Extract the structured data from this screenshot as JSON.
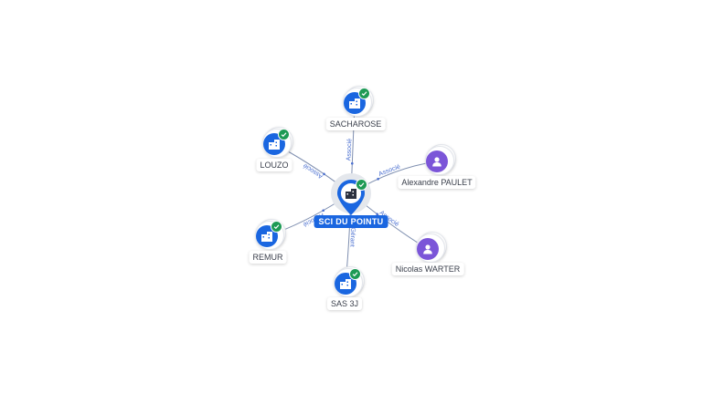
{
  "colors": {
    "company": "#1a66e0",
    "person": "#7b55d8",
    "verified": "#1e9a55",
    "edge": "#7f8fb0",
    "edge_label": "#4a6fd0"
  },
  "center": {
    "name": "SCI DU POINTU",
    "type": "company",
    "icon": "building-icon",
    "verified": true
  },
  "nodes": [
    {
      "id": "sacharose",
      "name": "SACHAROSE",
      "type": "company",
      "icon": "building-icon",
      "verified": true
    },
    {
      "id": "louzo",
      "name": "LOUZO",
      "type": "company",
      "icon": "building-icon",
      "verified": true
    },
    {
      "id": "alexandre",
      "name": "Alexandre PAULET",
      "type": "person",
      "icon": "person-icon",
      "verified": false
    },
    {
      "id": "remur",
      "name": "REMUR",
      "type": "company",
      "icon": "building-icon",
      "verified": true
    },
    {
      "id": "nicolas",
      "name": "Nicolas WARTER",
      "type": "person",
      "icon": "person-icon",
      "verified": false
    },
    {
      "id": "sas3j",
      "name": "SAS 3J",
      "type": "company",
      "icon": "building-icon",
      "verified": true
    }
  ],
  "edges": [
    {
      "target": "sacharose",
      "label": "Associé"
    },
    {
      "target": "louzo",
      "label": "Associé"
    },
    {
      "target": "alexandre",
      "label": "Associé"
    },
    {
      "target": "remur",
      "label": "Associé"
    },
    {
      "target": "nicolas",
      "label": "Associé"
    },
    {
      "target": "sas3j",
      "label": "Gérant"
    }
  ]
}
